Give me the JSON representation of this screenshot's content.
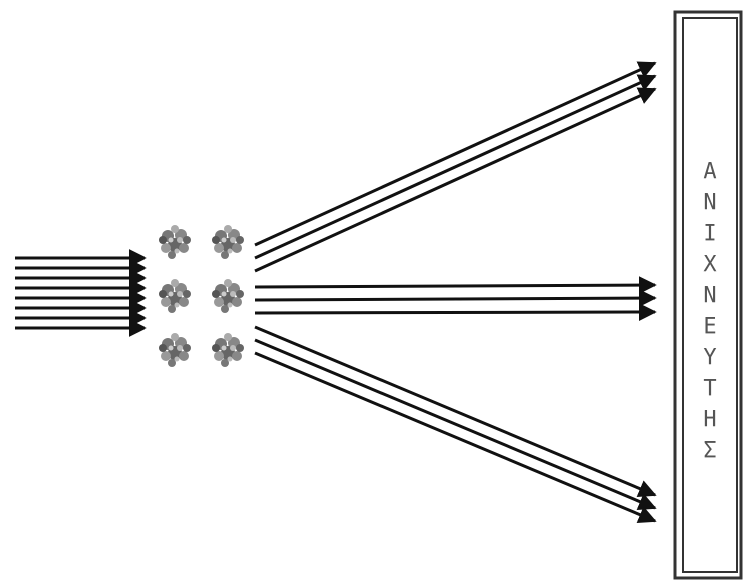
{
  "detector": {
    "letters": [
      "Α",
      "Ν",
      "Ι",
      "Χ",
      "Ν",
      "Ε",
      "Υ",
      "Τ",
      "Η",
      "Σ"
    ]
  },
  "colors": {
    "beam": "#111111",
    "detector_border": "#333333",
    "label": "#555555",
    "particle": "#555555"
  },
  "icons": {
    "particle": "molecule-cluster-icon",
    "arrowhead": "arrowhead-icon"
  }
}
